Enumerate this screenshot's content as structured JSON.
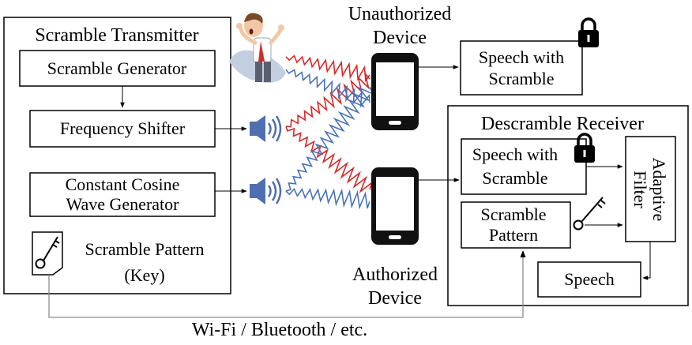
{
  "transmitter": {
    "title": "Scramble Transmitter",
    "generator": "Scramble Generator",
    "shifter": "Frequency Shifter",
    "cosine_line1": "Constant Cosine",
    "cosine_line2": "Wave Generator",
    "pattern_line1": "Scramble Pattern",
    "pattern_line2": "(Key)"
  },
  "unauthorized": {
    "label_line1": "Unauthorized",
    "label_line2": "Device",
    "output_line1": "Speech with",
    "output_line2": "Scramble"
  },
  "authorized": {
    "label_line1": "Authorized",
    "label_line2": "Device"
  },
  "receiver": {
    "title": "Descramble Receiver",
    "speech_scramble_line1": "Speech with",
    "speech_scramble_line2": "Scramble",
    "pattern_line1": "Scramble",
    "pattern_line2": "Pattern",
    "filter_line1": "Adaptive",
    "filter_line2": "Filter",
    "speech": "Speech"
  },
  "link": {
    "label": "Wi-Fi / Bluetooth / etc."
  },
  "colors": {
    "red_wave": "#d42a2a",
    "blue_wave": "#4a72b8",
    "speaker": "#4f6fb0",
    "phone": "#111111",
    "feedback_line": "#8c8c8c"
  },
  "icons": {
    "lock": "lock-icon",
    "key": "key-icon",
    "speaker": "speaker-icon",
    "phone": "smartphone-icon",
    "person": "annoyed-person-icon"
  }
}
